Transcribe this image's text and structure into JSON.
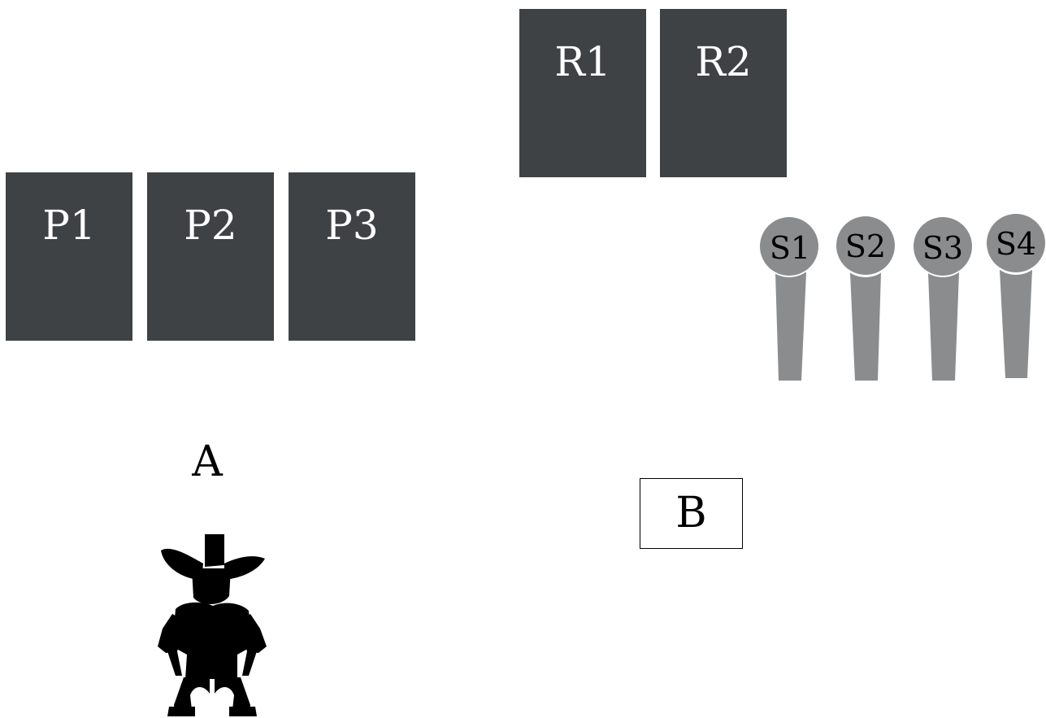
{
  "panels_p": [
    {
      "label": "P1"
    },
    {
      "label": "P2"
    },
    {
      "label": "P3"
    }
  ],
  "panels_r": [
    {
      "label": "R1"
    },
    {
      "label": "R2"
    }
  ],
  "sticks": [
    {
      "label": "S1"
    },
    {
      "label": "S2"
    },
    {
      "label": "S3"
    },
    {
      "label": "S4"
    }
  ],
  "label_a": "A",
  "label_b": "B",
  "colors": {
    "panel": "#3f4245",
    "panel_text": "#ffffff",
    "stick": "#8a8c8e",
    "figure": "#000000"
  },
  "icons": {
    "figure": "cowboy-silhouette-icon",
    "stick": "microphone-stick-icon"
  }
}
